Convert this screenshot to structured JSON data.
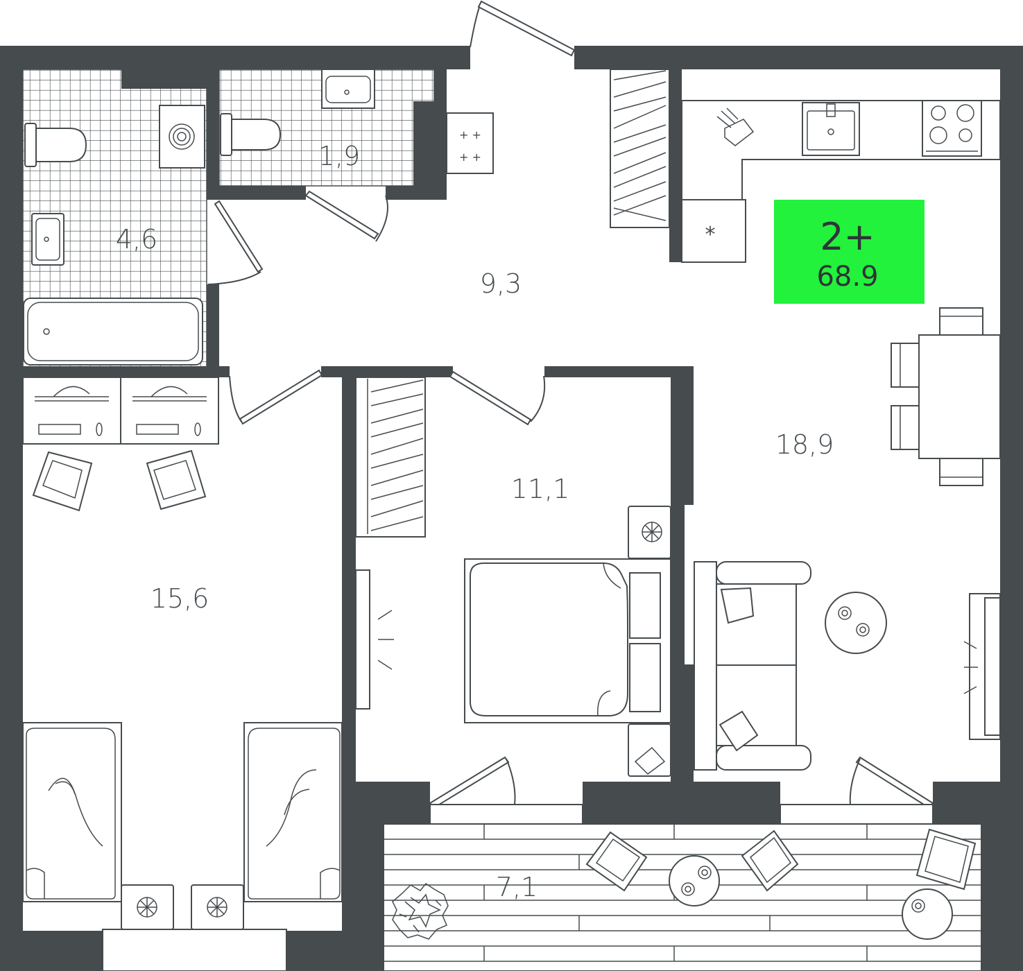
{
  "rooms": {
    "bathroom": "4,6",
    "toilet": "1,9",
    "hall": "9,3",
    "kitchen_living": "18,9",
    "bedroom": "11,1",
    "kids_room": "15,6",
    "balcony": "7,1"
  },
  "badge": {
    "rooms": "2+",
    "total_area": "68.9",
    "color": "#22f23c"
  },
  "colors": {
    "walls": "#464b4e"
  }
}
